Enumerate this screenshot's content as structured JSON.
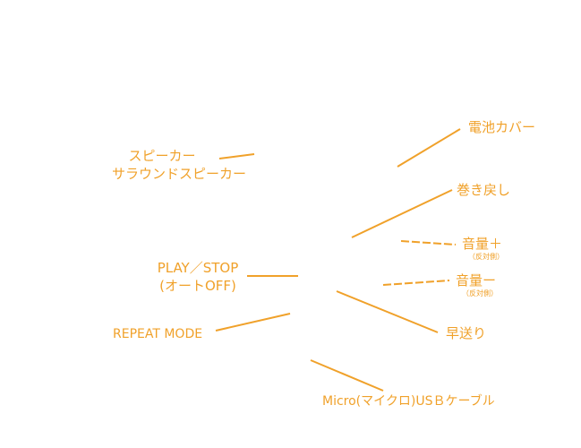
{
  "line_color": "#f0a12a",
  "labels": {
    "speaker": "スピーカー",
    "surround_speaker": "サラウンドスピーカー",
    "battery_cover": "電池カバー",
    "rewind": "巻き戻し",
    "volume_up": "音量＋",
    "volume_up_note": "（反対側）",
    "volume_down": "音量ー",
    "volume_down_note": "（反対側）",
    "play_stop": "PLAY／STOP",
    "auto_off": "(オートOFF)",
    "repeat_mode": "REPEAT MODE",
    "fast_forward": "早送り",
    "micro_usb_cable": "Micro(マイクロ)USＢケーブル"
  }
}
